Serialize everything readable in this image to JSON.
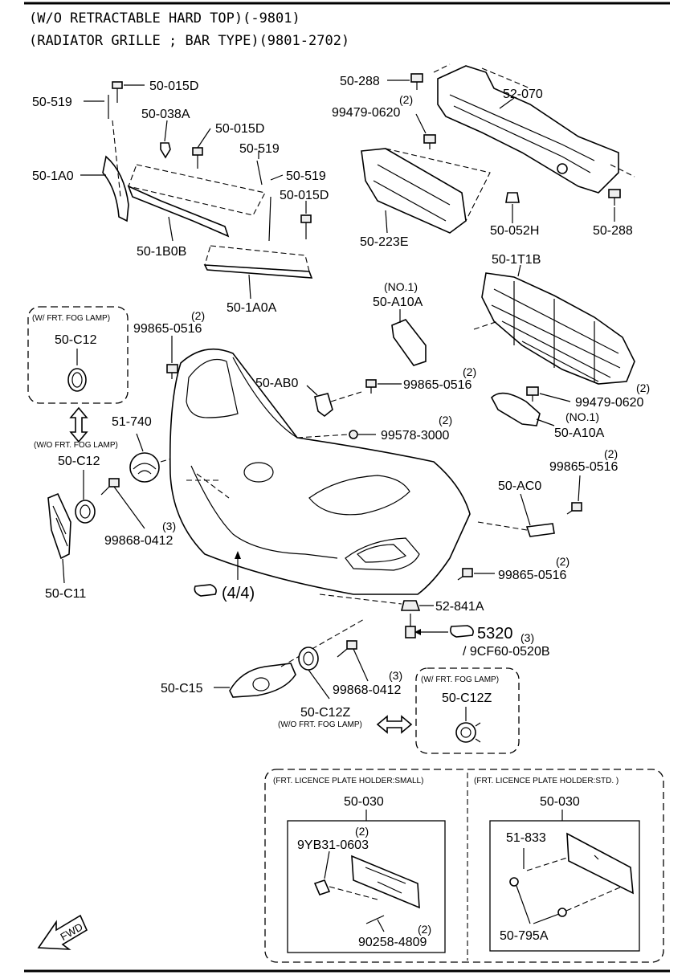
{
  "header": {
    "line1": "(W/O RETRACTABLE HARD TOP)(-9801)",
    "line2": "(RADIATOR GRILLE ; BAR TYPE)(9801-2702)"
  },
  "labels": {
    "p50_519_a": "50-519",
    "p50_015D_a": "50-015D",
    "p50_038A": "50-038A",
    "p50_015D_b": "50-015D",
    "p50_519_b": "50-519",
    "p50_1A0": "50-1A0",
    "p50_519_c": "50-519",
    "p50_015D_c": "50-015D",
    "p50_1B0B": "50-1B0B",
    "p50_1A0A": "50-1A0A",
    "p50_288_a": "50-288",
    "p52_070": "52-070",
    "q99479_a": "(2)",
    "p99479_a": "99479-0620",
    "p50_223E": "50-223E",
    "p50_052H": "50-052H",
    "p50_288_b": "50-288",
    "p50_1T1B": "50-1T1B",
    "no1_a": "(NO.1)",
    "p50_A10A_a": "50-A10A",
    "p50_AB0": "50-AB0",
    "q99865_a": "(2)",
    "p99865_a": "99865-0516",
    "q99479_b": "(2)",
    "p99479_b": "99479-0620",
    "no1_b": "(NO.1)",
    "p50_A10A_b": "50-A10A",
    "fog_box_title": "(W/ FRT. FOG LAMP)",
    "p50_C12_box": "50-C12",
    "q99865_b": "(2)",
    "p99865_b": "99865-0516",
    "p51_740": "51-740",
    "q99578": "(2)",
    "p99578": "99578-3000",
    "wo_fog_a": "(W/O FRT. FOG LAMP)",
    "p50_C12": "50-C12",
    "q99865_c": "(2)",
    "p99865_c": "99865-0516",
    "p50_AC0": "50-AC0",
    "q99868_a": "(3)",
    "p99868_a": "99868-0412",
    "p50_C11": "50-C11",
    "ref_44": "(4/4)",
    "q99865_d": "(2)",
    "p99865_d": "99865-0516",
    "p52_841A": "52-841A",
    "ref_5320": "5320",
    "q5320": "(3)",
    "p9CF60": "/ 9CF60-0520B",
    "p50_C15": "50-C15",
    "q99868_b": "(3)",
    "p99868_b": "99868-0412",
    "p50_C12Z": "50-C12Z",
    "wo_fog_b": "(W/O FRT. FOG LAMP)",
    "fog_box2_title": "(W/ FRT. FOG LAMP)",
    "p50_C12Z_box": "50-C12Z",
    "lp_small_title": "(FRT. LICENCE PLATE HOLDER:SMALL)",
    "lp_small_part": "50-030",
    "q9YB31": "(2)",
    "p9YB31": "9YB31-0603",
    "q90258": "(2)",
    "p90258": "90258-4809",
    "lp_std_title": "(FRT. LICENCE PLATE HOLDER:STD. )",
    "lp_std_part": "50-030",
    "p51_833": "51-833",
    "p50_795A": "50-795A",
    "fwd": "FWD"
  }
}
